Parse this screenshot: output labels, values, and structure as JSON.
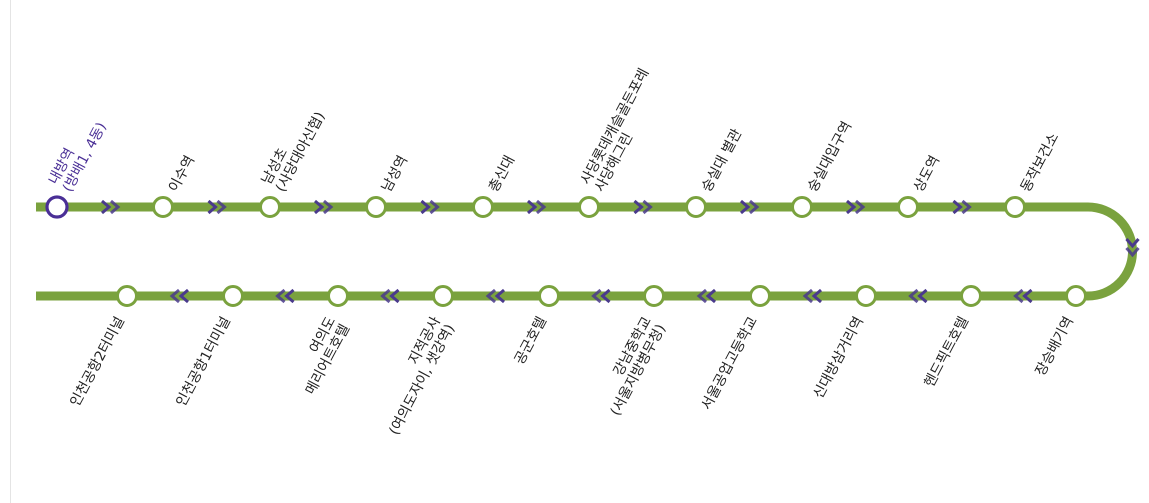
{
  "route": {
    "line_color": "#7aa23e",
    "arrow_color": "#4a3a8c",
    "current_color": "#4a2f96",
    "current_index": 0,
    "stations": [
      {
        "lines": [
          "내방역",
          "(방배1, 4동)"
        ]
      },
      {
        "lines": [
          "이수역"
        ]
      },
      {
        "lines": [
          "남성초",
          "(사당대아신협)"
        ]
      },
      {
        "lines": [
          "남성역"
        ]
      },
      {
        "lines": [
          "총신대"
        ]
      },
      {
        "lines": [
          "사당롯데캐슬골든포레",
          "사당해그린"
        ]
      },
      {
        "lines": [
          "숭실대 별관"
        ]
      },
      {
        "lines": [
          "숭실대입구역"
        ]
      },
      {
        "lines": [
          "상도역"
        ]
      },
      {
        "lines": [
          "동작보건소"
        ]
      },
      {
        "lines": [
          "장승배기역"
        ]
      },
      {
        "lines": [
          "헨드픽트호텔"
        ]
      },
      {
        "lines": [
          "신대방삼거리역"
        ]
      },
      {
        "lines": [
          "서울공업고등학교"
        ]
      },
      {
        "lines": [
          "강남중학교",
          "(서울지방병무청)"
        ]
      },
      {
        "lines": [
          "공군호텔"
        ]
      },
      {
        "lines": [
          "지적공사",
          "(여의도자이, 샛강역)"
        ]
      },
      {
        "lines": [
          "여의도",
          "메리어트호텔"
        ]
      },
      {
        "lines": [
          "인천공항1터미널"
        ]
      },
      {
        "lines": [
          "인천공항2터미널"
        ]
      }
    ]
  }
}
